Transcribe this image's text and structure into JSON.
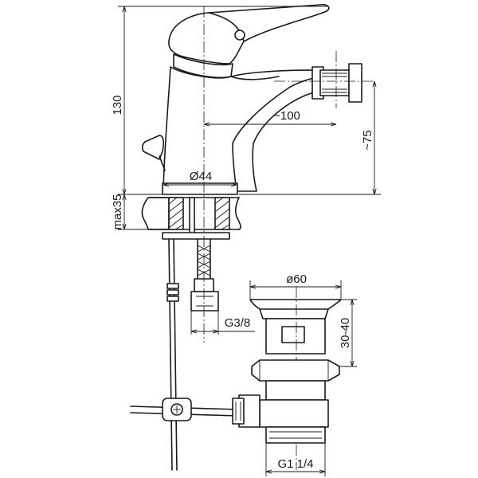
{
  "dimensions": {
    "height_total": "130",
    "counter_max": "max35",
    "diameter_body": "Ø44",
    "spout_reach": "~100",
    "spout_height": "~75",
    "thread_hose": "G3/8",
    "waste_diameter": "ø60",
    "waste_adjust": "30-40",
    "waste_thread": "G1 1/4"
  }
}
